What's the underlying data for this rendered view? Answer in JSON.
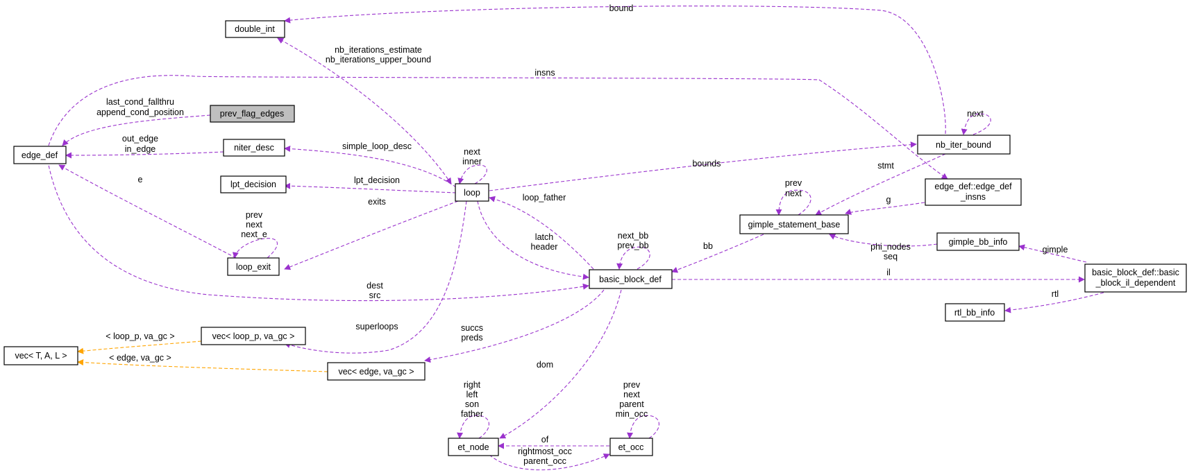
{
  "colors": {
    "member_edge": "#9a32cd",
    "template_edge": "#ffa500",
    "node_border": "#000000",
    "highlight_fill": "#bfbfbf"
  },
  "nodes": {
    "double_int": "double_int",
    "prev_flag_edges": "prev_flag_edges",
    "edge_def": "edge_def",
    "niter_desc": "niter_desc",
    "lpt_decision": "lpt_decision",
    "loop": "loop",
    "loop_exit": "loop_exit",
    "nb_iter_bound": "nb_iter_bound",
    "edge_def_insns_1": "edge_def::edge_def",
    "edge_def_insns_2": "_insns",
    "gimple_statement_base": "gimple_statement_base",
    "gimple_bb_info": "gimple_bb_info",
    "basic_block_def": "basic_block_def",
    "bb_il_dependent_1": "basic_block_def::basic",
    "bb_il_dependent_2": "_block_il_dependent",
    "rtl_bb_info": "rtl_bb_info",
    "vec_loop_p": "vec< loop_p, va_gc >",
    "vec_tal": "vec< T, A, L >",
    "vec_edge": "vec< edge, va_gc >",
    "et_node": "et_node",
    "et_occ": "et_occ"
  },
  "labels": {
    "bound": "bound",
    "nb_iter_est": "nb_iterations_estimate",
    "nb_iter_ub": "nb_iterations_upper_bound",
    "insns": "insns",
    "last_cond_fallthru": "last_cond_fallthru",
    "append_cond_position": "append_cond_position",
    "out_edge": "out_edge",
    "in_edge": "in_edge",
    "simple_loop_desc": "simple_loop_desc",
    "loop_next": "next",
    "loop_inner": "inner",
    "nb_next": "next",
    "bounds": "bounds",
    "stmt": "stmt",
    "e": "e",
    "lpt_decision": "lpt_decision",
    "exits": "exits",
    "loop_father": "loop_father",
    "gsb_prev": "prev",
    "gsb_next": "next",
    "g": "g",
    "le_prev": "prev",
    "le_next": "next",
    "le_next_e": "next_e",
    "next_bb": "next_bb",
    "prev_bb": "prev_bb",
    "latch": "latch",
    "header": "header",
    "bb": "bb",
    "phi_nodes": "phi_nodes",
    "seq": "seq",
    "gimple": "gimple",
    "dest": "dest",
    "src": "src",
    "il": "il",
    "rtl": "rtl",
    "superloops": "superloops",
    "succs": "succs",
    "preds": "preds",
    "tmpl_loop_p": "< loop_p, va_gc >",
    "tmpl_edge": "< edge, va_gc >",
    "dom": "dom",
    "et_right": "right",
    "et_left": "left",
    "et_son": "son",
    "et_father": "father",
    "occ_prev": "prev",
    "occ_next": "next",
    "occ_parent": "parent",
    "occ_min_occ": "min_occ",
    "of": "of",
    "rightmost_occ": "rightmost_occ",
    "parent_occ": "parent_occ"
  }
}
